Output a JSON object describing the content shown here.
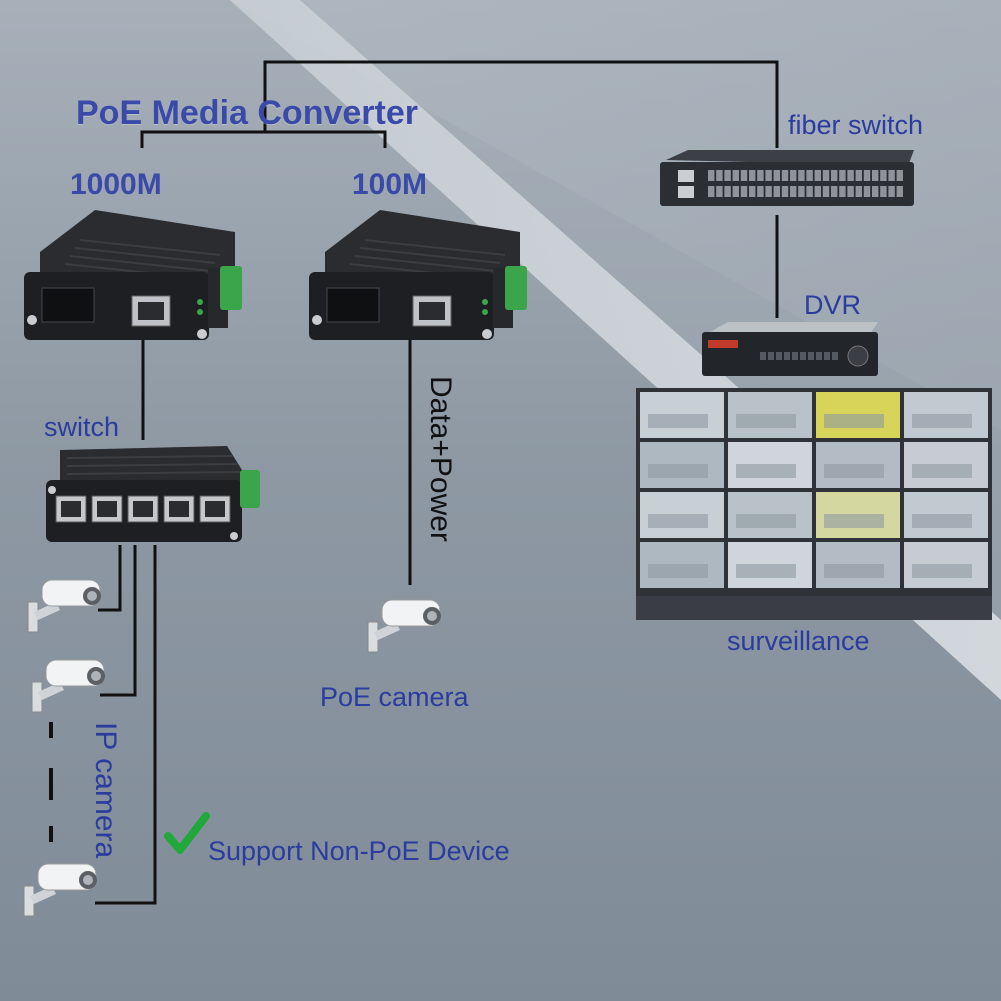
{
  "diagram": {
    "title": "PoE Media Converter",
    "converters": [
      {
        "label": "1000M"
      },
      {
        "label": "100M"
      }
    ],
    "fiber_switch": {
      "label": "fiber switch"
    },
    "dvr": {
      "label": "DVR"
    },
    "surveillance": {
      "label": "surveillance"
    },
    "switch": {
      "label": "switch"
    },
    "link_label": "Data+Power",
    "poe_camera": {
      "label": "PoE camera"
    },
    "ip_camera": {
      "label": "IP camera"
    },
    "non_poe": {
      "label": "Support Non-PoE Device"
    },
    "colors": {
      "label_blue": "#2c3e9c",
      "wire": "#111111",
      "device_body": "#1d1f22",
      "terminal_green": "#3aa54a",
      "check_green": "#21a83b"
    }
  }
}
